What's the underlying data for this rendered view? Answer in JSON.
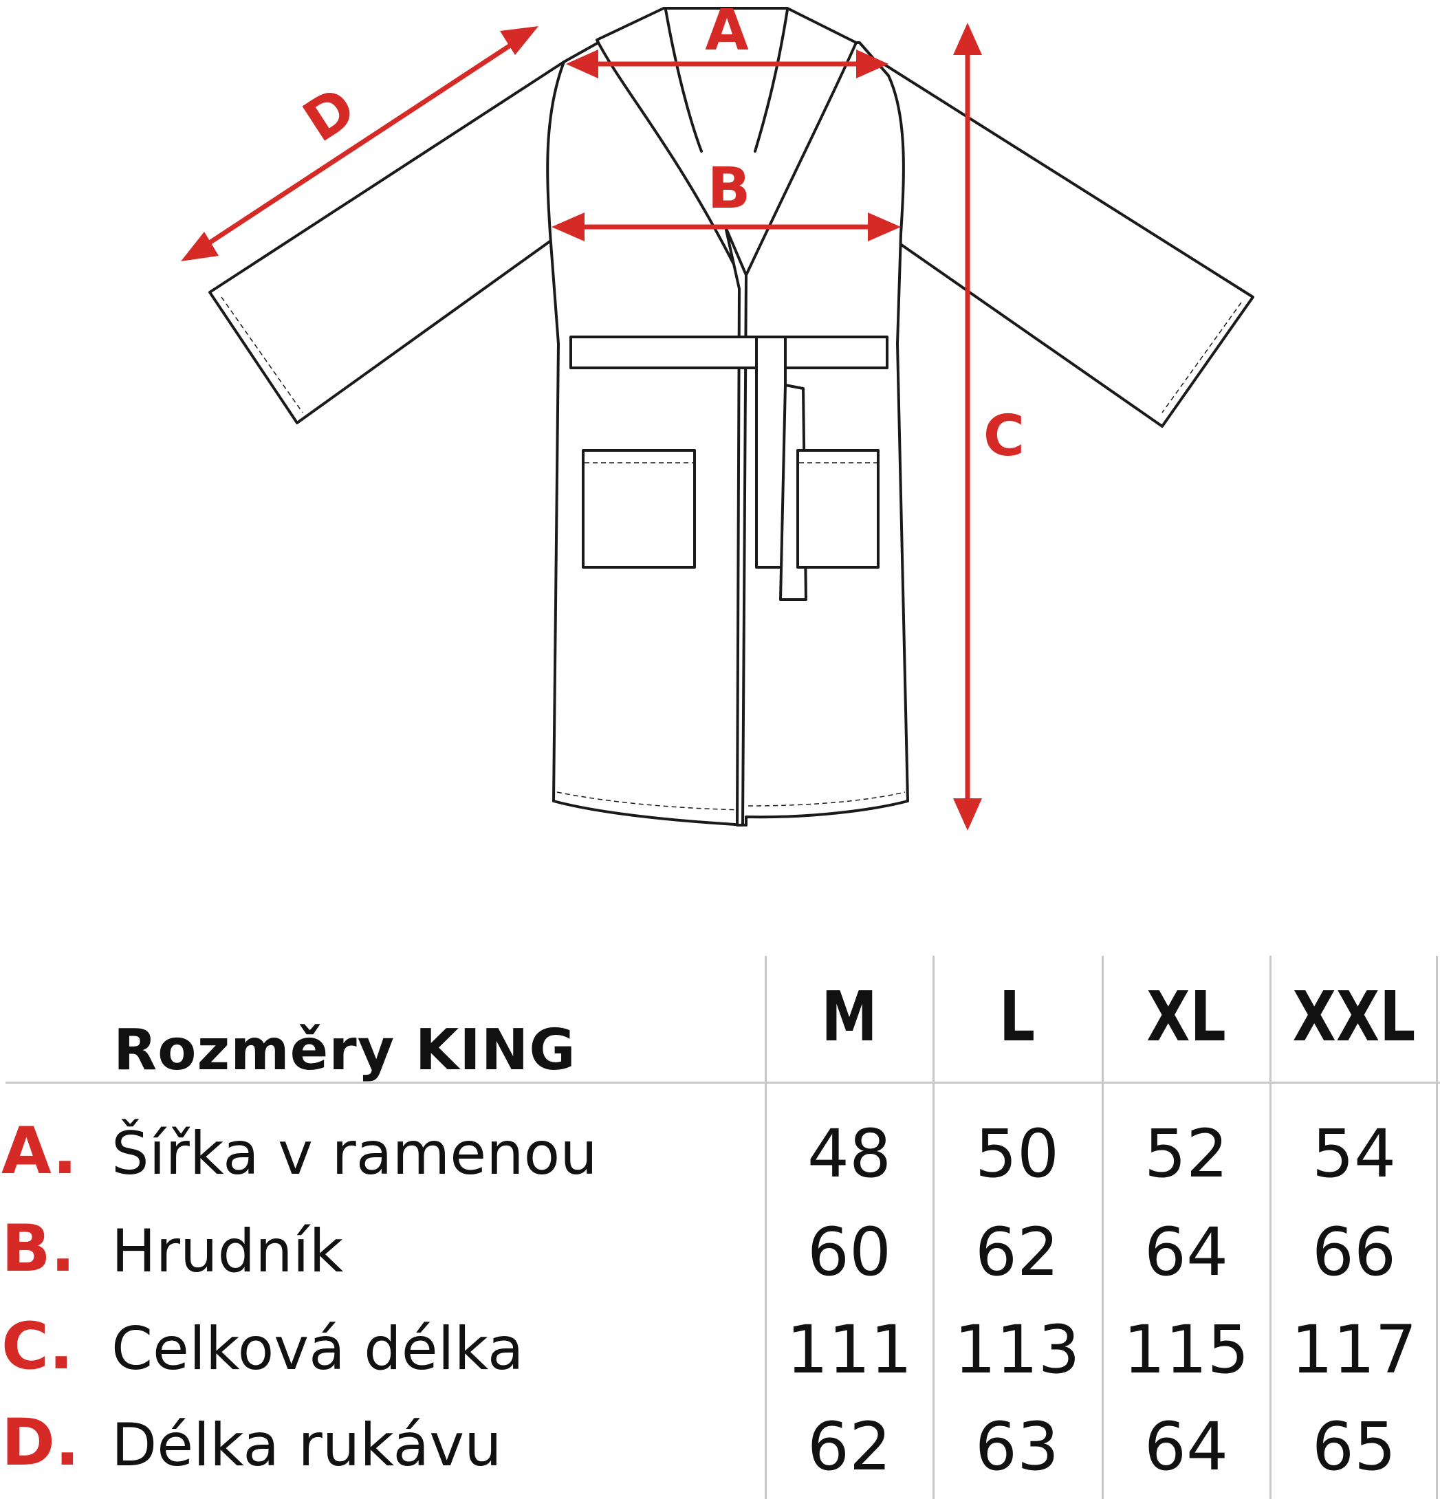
{
  "diagram": {
    "labels": {
      "a": "A",
      "b": "B",
      "c": "C",
      "d": "D"
    },
    "colors": {
      "measure": "#d62a27",
      "outline": "#1a1a1a"
    }
  },
  "table": {
    "title": "Rozměry KING",
    "sizes": [
      "M",
      "L",
      "XL",
      "XXL"
    ],
    "rows": [
      {
        "letter": "A.",
        "label": "Šířka v ramenou",
        "values": [
          "48",
          "50",
          "52",
          "54"
        ]
      },
      {
        "letter": "B.",
        "label": "Hrudník",
        "values": [
          "60",
          "62",
          "64",
          "66"
        ]
      },
      {
        "letter": "C.",
        "label": "Celková délka",
        "values": [
          "111",
          "113",
          "115",
          "117"
        ]
      },
      {
        "letter": "D.",
        "label": "Délka rukávu",
        "values": [
          "62",
          "63",
          "64",
          "65"
        ]
      }
    ]
  }
}
